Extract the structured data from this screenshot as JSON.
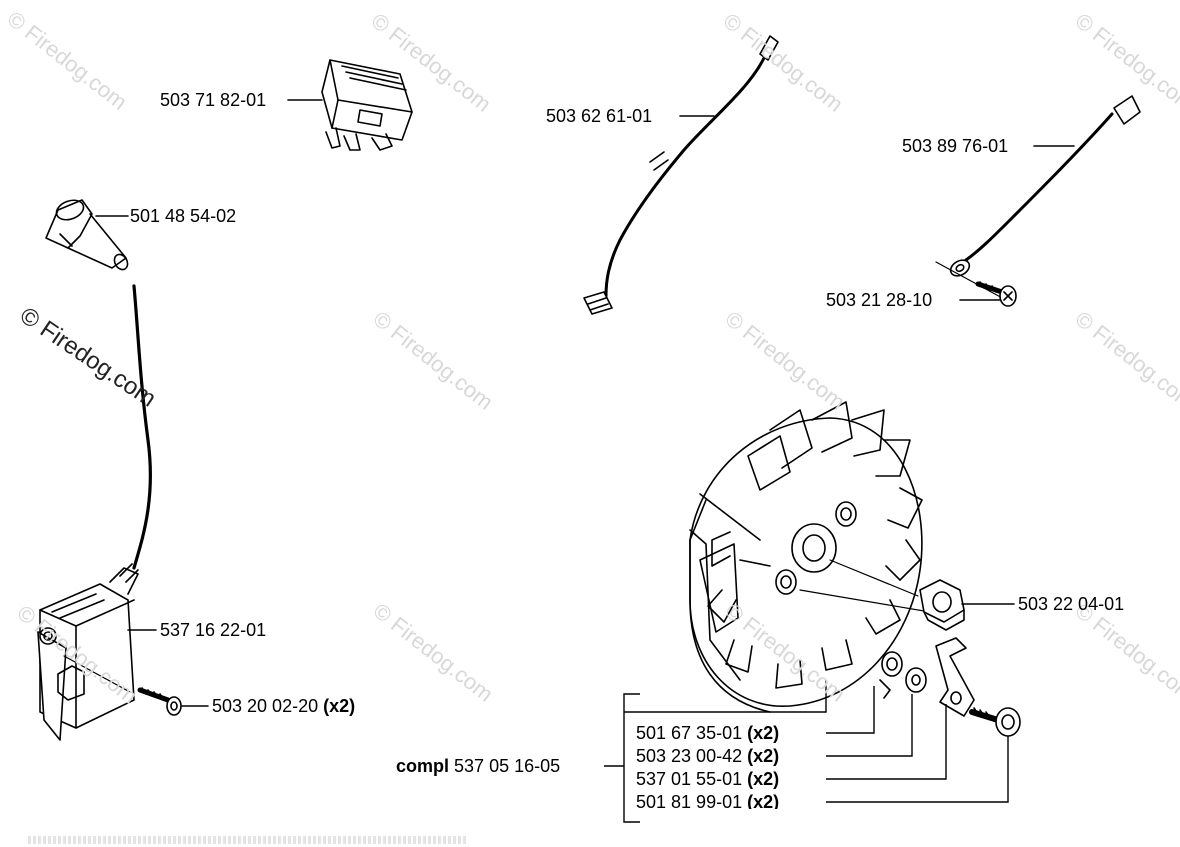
{
  "watermark": "© Firedog.com",
  "parts": {
    "switch": "503 71 82-01",
    "boot": "501 48 54-02",
    "wire_a": "503 62 61-01",
    "wire_b": "503 89 76-01",
    "screw_wire": "503 21 28-10",
    "coil": "537 16 22-01",
    "coil_screw": {
      "number": "503 20 02-20",
      "qty": "(x2)"
    },
    "nut": "503 22 04-01"
  },
  "compl": {
    "prefix": "compl",
    "number": "537 05 16-05",
    "items": [
      {
        "number": "501 67 35-01",
        "qty": "(x2)"
      },
      {
        "number": "503 23 00-42",
        "qty": "(x2)"
      },
      {
        "number": "537 01 55-01",
        "qty": "(x2)"
      },
      {
        "number": "501 81 99-01",
        "qty": "(x2)"
      }
    ]
  }
}
